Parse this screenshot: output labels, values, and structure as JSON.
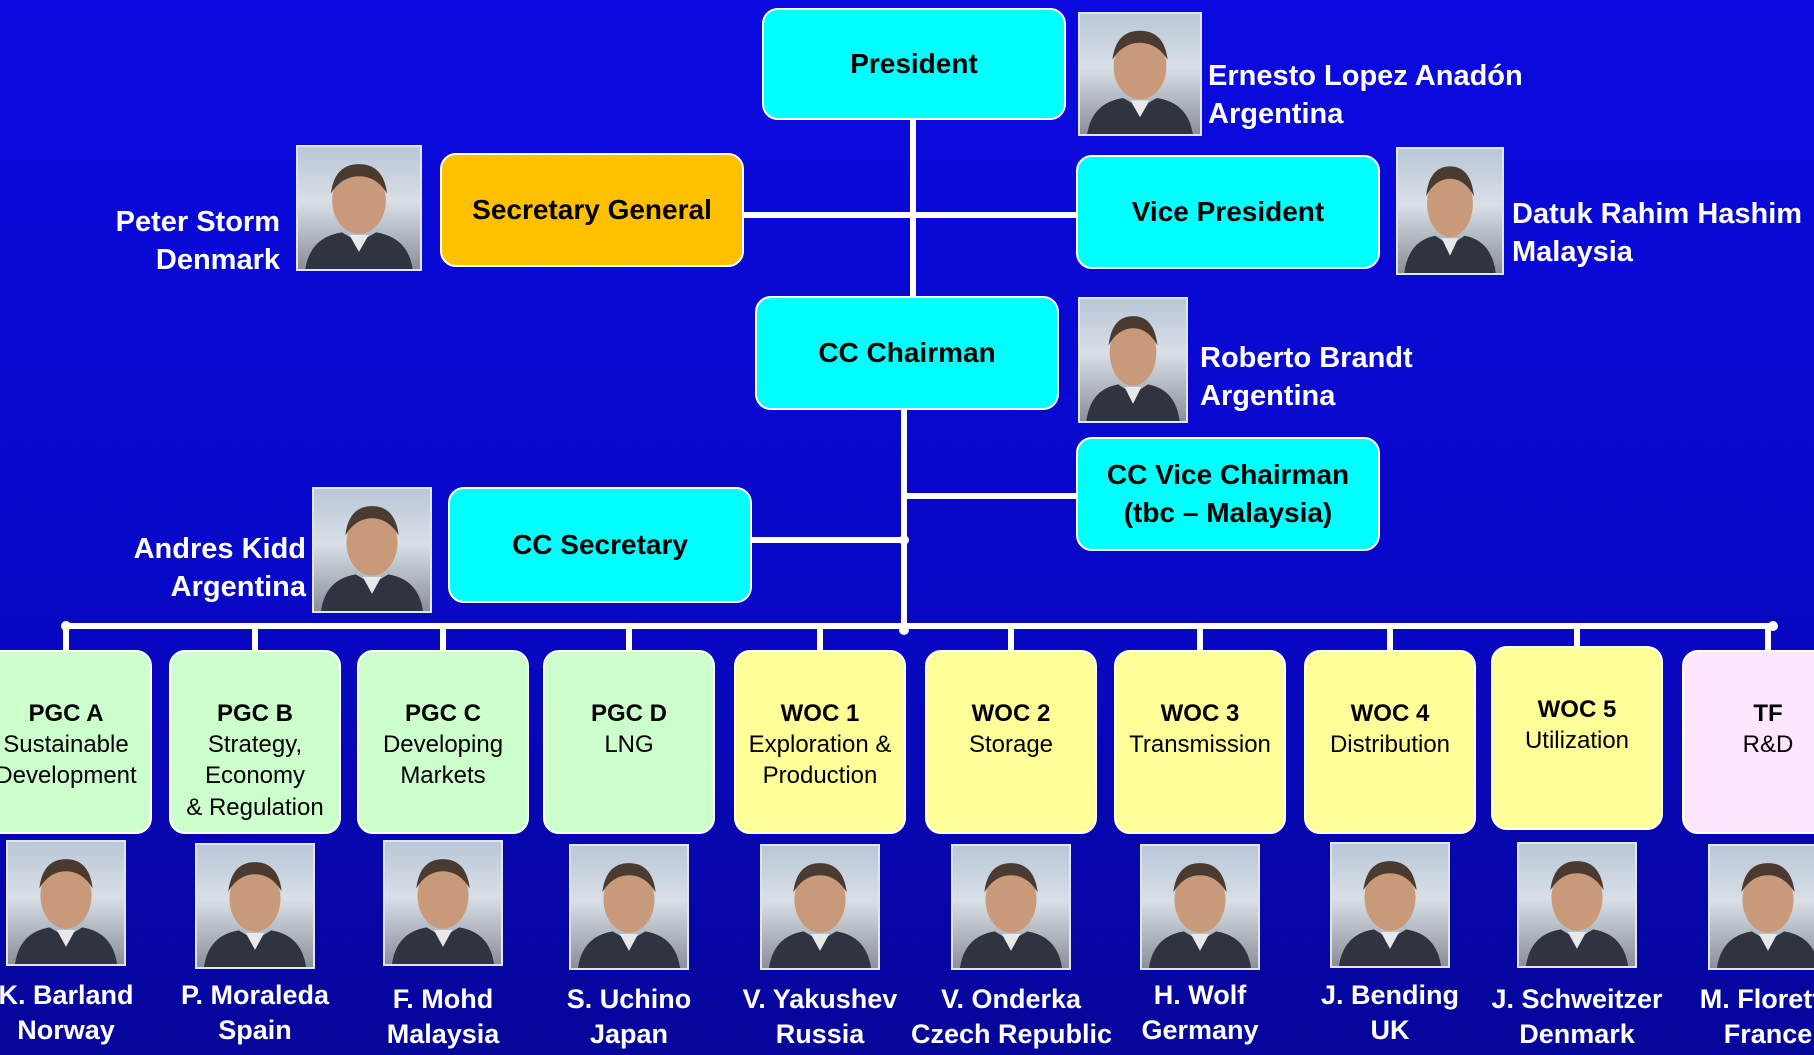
{
  "org": {
    "president": {
      "title": "President",
      "name": "Ernesto Lopez Anadón",
      "country": "Argentina"
    },
    "vice_president": {
      "title": "Vice President",
      "name": "Datuk Rahim Hashim",
      "country": "Malaysia"
    },
    "secretary_general": {
      "title": "Secretary General",
      "name": "Peter Storm",
      "country": "Denmark"
    },
    "cc_chairman": {
      "title": "CC Chairman",
      "name": "Roberto Brandt",
      "country": "Argentina"
    },
    "cc_vice_chairman": {
      "title_line1": "CC Vice Chairman",
      "title_line2": "(tbc – Malaysia)"
    },
    "cc_secretary": {
      "title": "CC Secretary",
      "name": "Andres Kidd",
      "country": "Argentina"
    }
  },
  "committees": [
    {
      "code": "PGC A",
      "desc": "Sustainable\nDevelopment",
      "name": "K. Barland",
      "country": "Norway",
      "color": "#ccffcc"
    },
    {
      "code": "PGC B",
      "desc": "Strategy,\nEconomy\n& Regulation",
      "name": "P. Moraleda",
      "country": "Spain",
      "color": "#ccffcc"
    },
    {
      "code": "PGC C",
      "desc": "Developing\nMarkets",
      "name": "F. Mohd",
      "country": "Malaysia",
      "color": "#ccffcc"
    },
    {
      "code": "PGC D",
      "desc": "LNG",
      "name": "S. Uchino",
      "country": "Japan",
      "color": "#ccffcc"
    },
    {
      "code": "WOC 1",
      "desc": "Exploration &\nProduction",
      "name": "V. Yakushev",
      "country": "Russia",
      "color": "#ffff99"
    },
    {
      "code": "WOC 2",
      "desc": "Storage",
      "name": "V. Onderka",
      "country": "Czech Republic",
      "color": "#ffff99"
    },
    {
      "code": "WOC 3",
      "desc": "Transmission",
      "name": "H. Wolf",
      "country": "Germany",
      "color": "#ffff99"
    },
    {
      "code": "WOC 4",
      "desc": "Distribution",
      "name": "J. Bending",
      "country": "UK",
      "color": "#ffff99"
    },
    {
      "code": "WOC 5",
      "desc": "Utilization",
      "name": "J. Schweitzer",
      "country": "Denmark",
      "color": "#ffff99"
    },
    {
      "code": "TF",
      "desc": "R&D",
      "name": "M. Floretta",
      "country": "France",
      "color": "#ffe6ff"
    }
  ],
  "colors": {
    "background": "#0808c8",
    "connector": "#ffffff",
    "leadership_box": "#00ffff",
    "secretary_general_box": "#ffc000",
    "pgc_box": "#ccffcc",
    "woc_box": "#ffff99",
    "tf_box": "#ffe6ff"
  }
}
